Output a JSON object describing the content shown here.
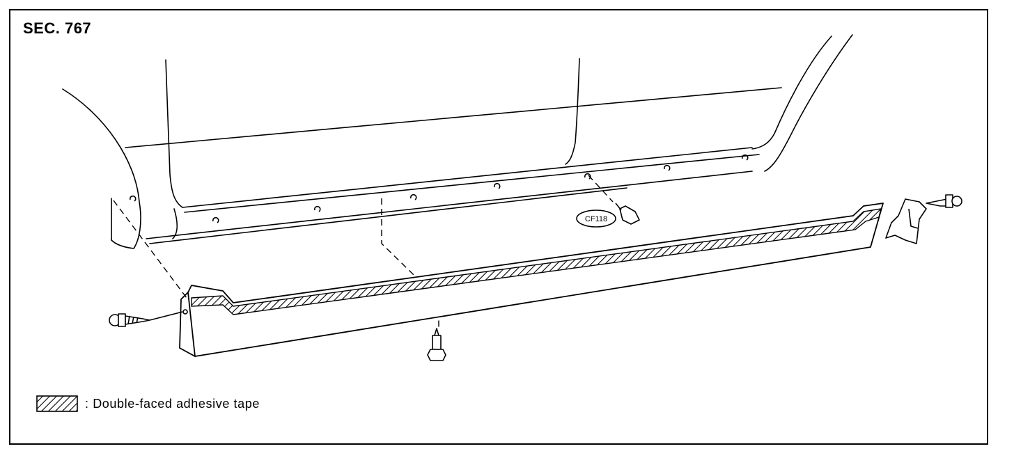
{
  "header": {
    "section_label": "SEC. 767"
  },
  "callout": {
    "part_code": "CF118"
  },
  "legend": {
    "text": ": Double-faced adhesive tape"
  },
  "colors": {
    "line": "#000000",
    "background": "#ffffff"
  }
}
